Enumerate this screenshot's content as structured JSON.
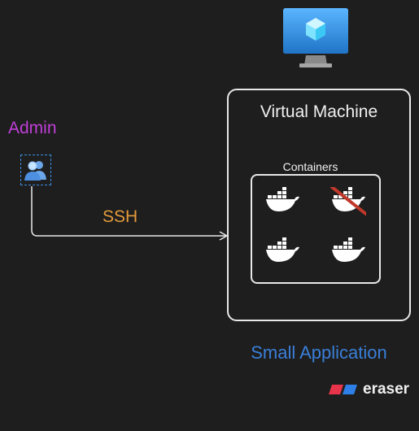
{
  "diagram": {
    "admin_label": "Admin",
    "edge_label": "SSH",
    "vm_title": "Virtual Machine",
    "containers_label": "Containers",
    "app_label": "Small Application",
    "brand": "eraser"
  },
  "colors": {
    "background": "#1e1e1e",
    "admin": "#c03fd8",
    "ssh": "#e39a3b",
    "app": "#3a7fd8",
    "border": "#e8e8e8",
    "disabled_slash": "#c0392b"
  },
  "icons": {
    "admin": "users-icon",
    "vm": "azure-vm-monitor-icon",
    "container": "docker-whale-icon",
    "brand": "eraser-logo-icon"
  }
}
